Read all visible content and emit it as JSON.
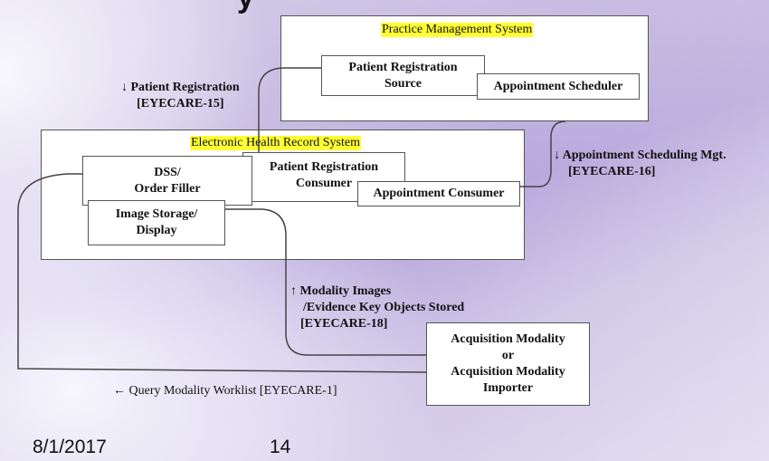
{
  "slide": {
    "title_fragment": "y",
    "footer": {
      "date": "8/1/2017",
      "page_number": "14"
    }
  },
  "systems": {
    "practice_management": {
      "title": "Practice Management System",
      "actors": {
        "patient_registration_source": [
          "Patient Registration",
          "Source"
        ],
        "appointment_scheduler": [
          "Appointment Scheduler"
        ]
      }
    },
    "ehr": {
      "title": "Electronic Health Record System",
      "actors": {
        "dss_order_filler": [
          "DSS/",
          "Order Filler"
        ],
        "patient_registration_consumer": [
          "Patient Registration",
          "Consumer"
        ],
        "appointment_consumer": [
          "Appointment Consumer"
        ],
        "image_storage_display": [
          "Image Storage/",
          "Display"
        ]
      }
    },
    "acquisition": {
      "lines": [
        "Acquisition Modality",
        "or",
        "Acquisition Modality",
        "Importer"
      ]
    }
  },
  "transactions": {
    "patient_registration": {
      "arrow": "↓",
      "lines": [
        "Patient Registration",
        "[EYECARE-15]"
      ]
    },
    "appointment_scheduling": {
      "arrow": "↓",
      "lines": [
        "Appointment Scheduling Mgt.",
        "[EYECARE-16]"
      ]
    },
    "modality_images": {
      "arrow": "↑",
      "lines": [
        "Modality Images",
        "/Evidence Key Objects Stored",
        "[EYECARE-18]"
      ]
    },
    "query_worklist": {
      "arrow": "←",
      "text": "Query Modality Worklist [EYECARE-1]"
    }
  },
  "colors": {
    "highlight": "#ffff33",
    "box_border": "#555555",
    "connector": "#444444"
  }
}
